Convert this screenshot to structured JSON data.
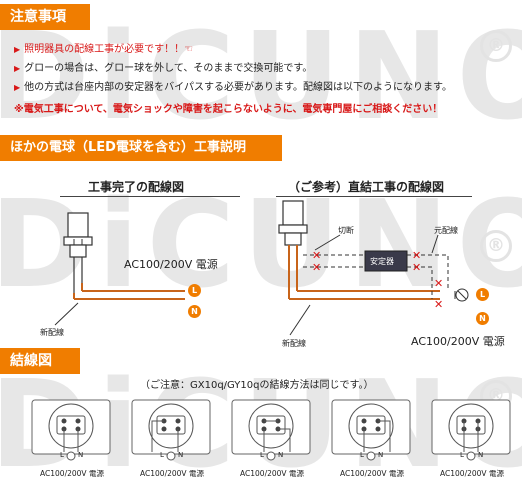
{
  "brand": {
    "watermark": "DiCUNO",
    "registered": "®"
  },
  "sections": {
    "notes": {
      "title": "注意事項",
      "lines": [
        "照明器具の配線工事が必要です！！☜",
        "グローの場合は、グロー球を外して、そのままで交換可能です。",
        "他の方式は台座内部の安定器をバイパスする必要があります。配線図は以下のようになります。"
      ],
      "warning": "※電気工事について、電気ショックや障害を起こらないように、電気専門屋にご相談ください！"
    },
    "wiring": {
      "title": "ほかの電球（LED電球を含む）工事説明",
      "left": {
        "title": "工事完了の配線図",
        "power_label": "AC100/200V 電源",
        "new_wire": "新配線",
        "terminal_l": "L",
        "terminal_n": "N"
      },
      "right": {
        "title": "（ご参考）直結工事の配線図",
        "cut_label": "切断",
        "original_wire": "元配線",
        "ballast": "安定器",
        "new_wire": "新配線",
        "power_label": "AC100/200V 電源",
        "terminal_l": "L",
        "terminal_n": "N"
      }
    },
    "connection": {
      "title": "結線図",
      "caption": "（ご注意：GX10q/GY10qの結線方法は同じです。）",
      "units": [
        {
          "label": "AC100/200V 電源",
          "l": "L",
          "n": "N"
        },
        {
          "label": "AC100/200V 電源",
          "l": "L",
          "n": "N"
        },
        {
          "label": "AC100/200V 電源",
          "l": "L",
          "n": "N"
        },
        {
          "label": "AC100/200V 電源",
          "l": "L",
          "n": "N"
        },
        {
          "label": "AC100/200V 電源",
          "l": "L",
          "n": "N"
        }
      ]
    }
  },
  "colors": {
    "accent": "#f07d00",
    "warning": "#d81818",
    "wire": "#c8641a"
  }
}
